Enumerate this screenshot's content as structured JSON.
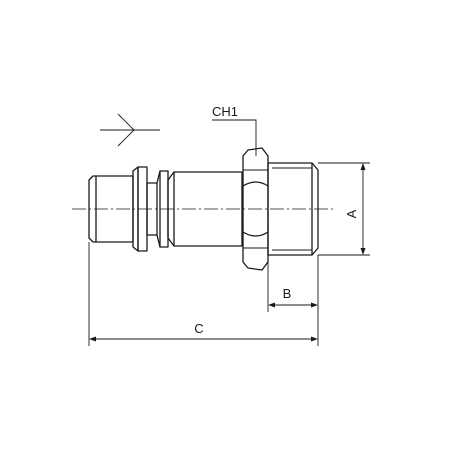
{
  "labels": {
    "ch1": "CH1",
    "dim_a": "A",
    "dim_b": "B",
    "dim_c": "C"
  },
  "colors": {
    "line": "#1a1a1a",
    "background": "#ffffff"
  }
}
